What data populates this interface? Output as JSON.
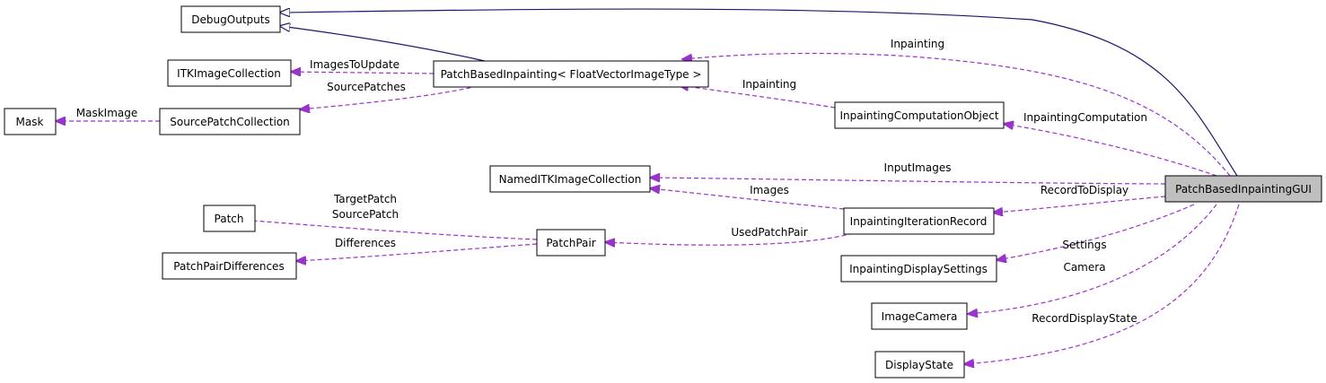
{
  "nodes": {
    "debug_outputs": "DebugOutputs",
    "itk_image_collection": "ITKImageCollection",
    "patch_based_inpainting": "PatchBasedInpainting< FloatVectorImageType >",
    "mask": "Mask",
    "source_patch_collection": "SourcePatchCollection",
    "inpainting_computation_object": "InpaintingComputationObject",
    "named_itk_image_collection": "NamedITKImageCollection",
    "patch": "Patch",
    "patch_pair": "PatchPair",
    "patch_pair_differences": "PatchPairDifferences",
    "inpainting_iteration_record": "InpaintingIterationRecord",
    "inpainting_display_settings": "InpaintingDisplaySettings",
    "image_camera": "ImageCamera",
    "display_state": "DisplayState",
    "patch_based_inpainting_gui": "PatchBasedInpaintingGUI"
  },
  "edges": {
    "images_to_update": "ImagesToUpdate",
    "source_patches": "SourcePatches",
    "mask_image": "MaskImage",
    "inpainting_top": "Inpainting",
    "inpainting_mid": "Inpainting",
    "inpainting_computation": "InpaintingComputation",
    "input_images": "InputImages",
    "images": "Images",
    "record_to_display": "RecordToDisplay",
    "target_patch": "TargetPatch",
    "source_patch": "SourcePatch",
    "differences": "Differences",
    "used_patch_pair": "UsedPatchPair",
    "settings": "Settings",
    "camera": "Camera",
    "record_display_state": "RecordDisplayState"
  },
  "colors": {
    "inheritance": "#191970",
    "usage": "#9a32cd",
    "focus_fill": "#bfbfbf"
  }
}
